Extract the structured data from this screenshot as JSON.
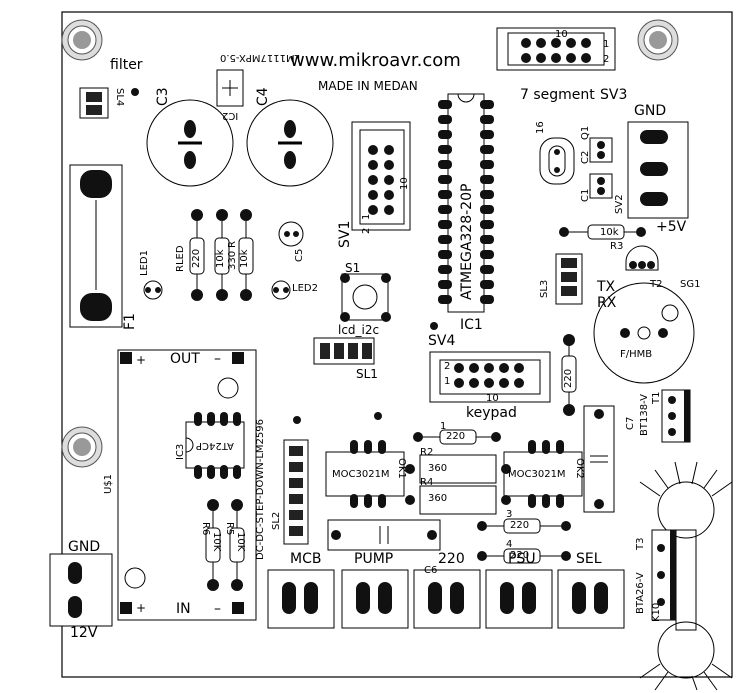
{
  "board": {
    "url": "www.mikroavr.com",
    "made_in": "MADE IN MEDAN"
  },
  "labels": {
    "filter": "filter",
    "sl4": "SL4",
    "c3": "C3",
    "c4": "C4",
    "lm": "LM1117MPX-5.0",
    "ic2": "IC2",
    "seg_count": "10",
    "seg_pin1": "1",
    "seg_pin2": "2",
    "seven_seg": "7 segment",
    "sv3": "SV3",
    "gnd_top": "GND",
    "q1": "Q1",
    "c2": "C2",
    "c1": "C1",
    "sixteen": "16",
    "sv2": "SV2",
    "plus5v": "+5V",
    "r3": "R3",
    "r3_val": "10k",
    "atmega": "ATMEGA328-20P",
    "ic1": "IC1",
    "sv1": "SV1",
    "sv1_10": "10",
    "sv1_1": "1",
    "sv1_2": "2",
    "c5": "C5",
    "rled": "RLED",
    "rled_val": "220",
    "r_10k": "10k",
    "r_330": "330",
    "r_label": "R",
    "r_10k2": "10k",
    "led1": "LED1",
    "led2": "LED2",
    "s1": "S1",
    "f1": "F1",
    "sl3": "SL3",
    "tx": "TX",
    "rx": "RX",
    "t2": "T2",
    "sg1": "SG1",
    "fhmb": "F/HMB",
    "lcd_i2c": "lcd_i2c",
    "sl1": "SL1",
    "sv4": "SV4",
    "kp_2": "2",
    "kp_1": "1",
    "kp_10": "10",
    "keypad": "keypad",
    "r_220_kp": "220",
    "out": "OUT",
    "plus": "+",
    "minus": "–",
    "in": "IN",
    "ic3": "IC3",
    "at24": "AT24CP",
    "dcdc": "DC-DC-STEP-DOWN-LM2596",
    "us1": "U$1",
    "r6": "R6",
    "r5": "R5",
    "r_10k_a": "10K",
    "r_10k_b": "10K",
    "sl2": "SL2",
    "moc1": "MOC3021M",
    "moc2": "MOC3021M",
    "ok1": "OK1",
    "ok2": "OK2",
    "r1_num": "1",
    "r1_val": "220",
    "r2": "R2",
    "r2_val": "360",
    "r4": "R4",
    "r4_val": "360",
    "r3b_num": "3",
    "r3b_val": "220",
    "r4b_num": "4",
    "r4b_val": "220",
    "c7": "C7",
    "bt138": "BT138-V",
    "t1": "T1",
    "c6": "C6",
    "t3": "T3",
    "bta26": "BTA26-V",
    "k10": "K10",
    "gnd_bot": "GND",
    "v12": "12V",
    "mcb": "MCB",
    "pump": "PUMP",
    "v220": "220",
    "psu": "PSU",
    "sel": "SEL"
  }
}
